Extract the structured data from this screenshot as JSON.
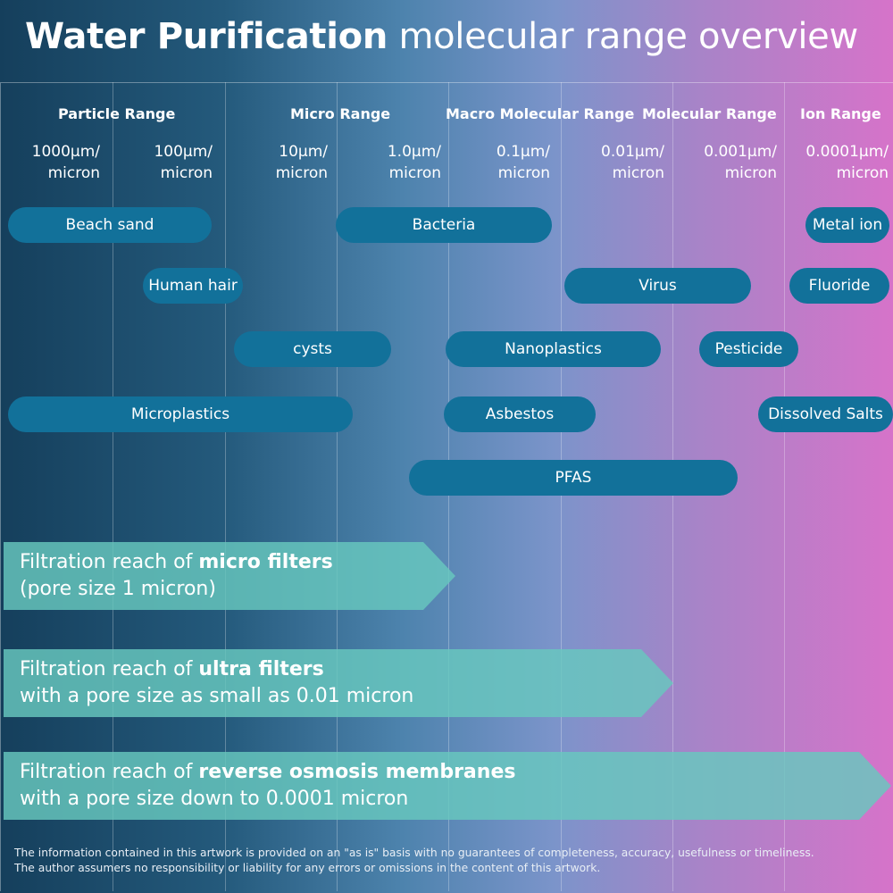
{
  "title": {
    "bold": "Water Purification",
    "rest": "molecular range overview"
  },
  "ranges": [
    {
      "label": "Particle Range"
    },
    {
      "label": "Micro Range"
    },
    {
      "label": "Macro Molecular Range"
    },
    {
      "label": "Molecular Range"
    },
    {
      "label": "Ion Range"
    }
  ],
  "scale": [
    {
      "value": "1000µm/",
      "unit": "micron"
    },
    {
      "value": "100µm/",
      "unit": "micron"
    },
    {
      "value": "10µm/",
      "unit": "micron"
    },
    {
      "value": "1.0µm/",
      "unit": "micron"
    },
    {
      "value": "0.1µm/",
      "unit": "micron"
    },
    {
      "value": "0.01µm/",
      "unit": "micron"
    },
    {
      "value": "0.001µm/",
      "unit": "micron"
    },
    {
      "value": "0.0001µm/",
      "unit": "micron"
    }
  ],
  "contaminants": [
    {
      "label": "Beach sand"
    },
    {
      "label": "Bacteria"
    },
    {
      "label": "Metal ion"
    },
    {
      "label": "Human hair"
    },
    {
      "label": "Virus"
    },
    {
      "label": "Fluoride"
    },
    {
      "label": "cysts"
    },
    {
      "label": "Nanoplastics"
    },
    {
      "label": "Pesticide"
    },
    {
      "label": "Microplastics"
    },
    {
      "label": "Asbestos"
    },
    {
      "label": "Dissolved Salts"
    },
    {
      "label": "PFAS"
    }
  ],
  "filters": [
    {
      "prefix": "Filtration reach of ",
      "name": "micro filters",
      "detail": "(pore size 1 micron)"
    },
    {
      "prefix": "Filtration reach of ",
      "name": "ultra filters",
      "detail": "with a pore size as small as 0.01 micron"
    },
    {
      "prefix": "Filtration reach of ",
      "name": "reverse osmosis membranes",
      "detail": "with a pore size down to 0.0001 micron"
    }
  ],
  "disclaimer": {
    "line1": "The information contained in this artwork is provided on an \"as is\" basis with no guarantees of completeness, accuracy, usefulness or timeliness.",
    "line2": "The author assumers no responsibility or liability for any errors or omissions in the content of this artwork."
  },
  "colors": {
    "pill": "#12719a",
    "arrow": "#68c8be",
    "gradient_start": "#153f5c",
    "gradient_end": "#d673c9"
  }
}
